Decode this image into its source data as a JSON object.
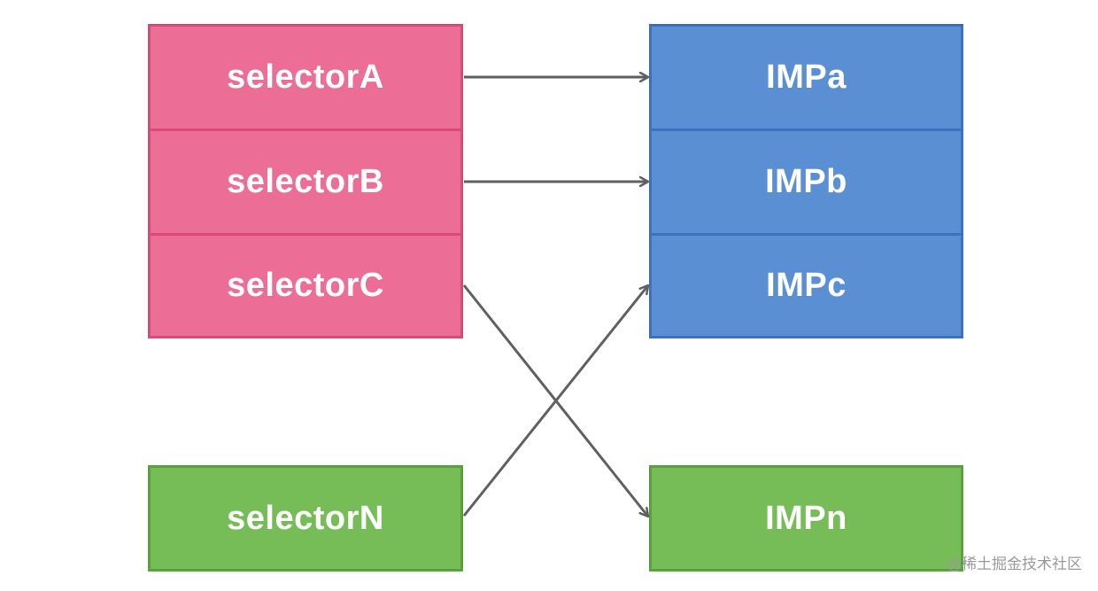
{
  "selectors": [
    {
      "label": "selectorA"
    },
    {
      "label": "selectorB"
    },
    {
      "label": "selectorC"
    },
    {
      "label": "selectorN"
    }
  ],
  "imps": [
    {
      "label": "IMPa"
    },
    {
      "label": "IMPb"
    },
    {
      "label": "IMPc"
    },
    {
      "label": "IMPn"
    }
  ],
  "mappings": [
    {
      "from": "selectorA",
      "to": "IMPa"
    },
    {
      "from": "selectorB",
      "to": "IMPb"
    },
    {
      "from": "selectorC",
      "to": "IMPn"
    },
    {
      "from": "selectorN",
      "to": "IMPc"
    }
  ],
  "colors": {
    "selector_fill": "#ec6d96",
    "imp_fill": "#5b8fd4",
    "extra_fill": "#76bd57",
    "arrow": "#606060"
  },
  "watermark": "@稀土掘金技术社区"
}
